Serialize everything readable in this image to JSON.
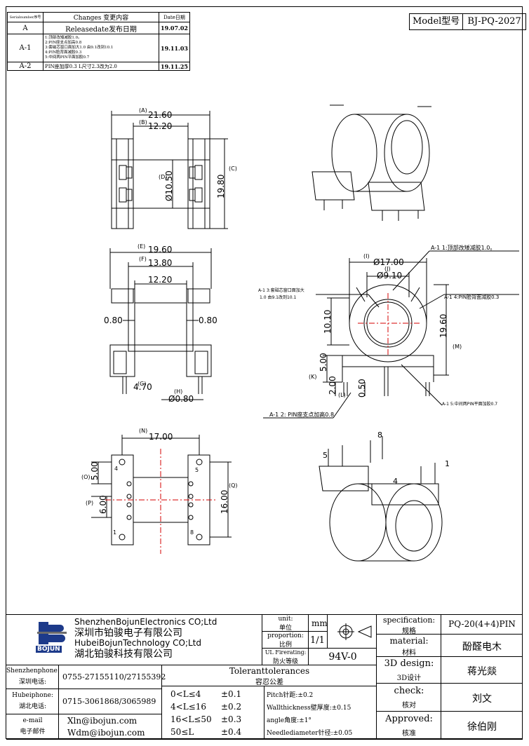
{
  "revision": {
    "headers": [
      "Serialnumber序号",
      "Changes 变更内容",
      "Date日期"
    ],
    "rows": [
      {
        "serial": "A",
        "change_lines": [
          "Releasedate发布日期"
        ],
        "date": "19.07.02"
      },
      {
        "serial": "A-1",
        "change_lines": [
          "1:顶部改矮减胶1.0。",
          "2:PIN座支点加高0.8",
          "3:套磁芯窗口面加大1.0 由9.1改到10.1",
          "4:PIN脸背面减胶0.3",
          "5:中间两PIN平面加胶0.7"
        ],
        "date": "19.11.03"
      },
      {
        "serial": "A-2",
        "change_lines": [
          "PIN座加厚0.3  L尺寸2.3改为2.0"
        ],
        "date": "19.11.25"
      }
    ]
  },
  "model": {
    "label": "Model型号",
    "value": "BJ-PQ-2027"
  },
  "top_view": {
    "A_label": "(A)",
    "A_value": "21.60",
    "B_label": "(B)",
    "B_value": "12.20",
    "C_label": "(C)",
    "C_value": "19.80",
    "D_label": "(D)",
    "D_value": "Ø10.50"
  },
  "front_view": {
    "E_label": "(E)",
    "E_value": "19.60",
    "F_label": "(F)",
    "F_value": "13.80",
    "inner_value": "12.20",
    "left_wall": "0.80",
    "right_wall": "0.80",
    "G_label": "(G)",
    "G_value": "4.70",
    "H_label": "(H)",
    "H_value": "Ø0.80"
  },
  "side_view": {
    "I_label": "(I)",
    "I_value": "Ø17.00",
    "J_label": "(J)",
    "J_value": "Ø9.10",
    "height_value": "10.10",
    "M_label": "(M)",
    "M_value": "19.60",
    "K_label": "(K)",
    "K_value": "5.00",
    "L_label": "(L)",
    "L_value": "2.00",
    "pin_value": "0.50",
    "notes": [
      "A-1 1:顶部改矮减胶1.0。",
      "A-1 3:套磁芯窗口面加大",
      "1.0 由9.1改到10.1",
      "A-1 4:PIN脸背面减胶0.3",
      "A-1 5:中间两PIN平面加胶0.7",
      "A-1 2: PIN座支点加高0.8"
    ]
  },
  "bottom_view": {
    "N_label": "(N)",
    "N_value": "17.00",
    "O_label": "(O)",
    "O_value": "5.00",
    "P_label": "(P)",
    "P_value": "6.00",
    "Q_label": "(Q)",
    "Q_value": "16.00",
    "pins": [
      "4",
      "5",
      "1",
      "8"
    ]
  },
  "iso_view": {
    "pin_labels": [
      "8",
      "5",
      "4",
      "1"
    ]
  },
  "company": {
    "en1": "ShenzhenBojunElectronics CO;Ltd",
    "cn1": "深圳市铂骏电子有限公司",
    "en2": "HubeiBojunTechnology CO;Ltd",
    "cn2": "湖北铂骏科技有限公司",
    "logo_text": "BOJUN"
  },
  "contacts": [
    {
      "label_en": "Shenzhenphone:",
      "label_cn": "深圳电话:",
      "value": "0755-27155110/27155392"
    },
    {
      "label_en": "Hubeiphone:",
      "label_cn": "湖北电话:",
      "value": "0715-3061868/3065989"
    },
    {
      "label_en": "e-mail",
      "label_cn": "电子邮件",
      "value1": "Xln@ibojun.com",
      "value2": "Wdm@ibojun.com"
    }
  ],
  "unit": {
    "label_en": "unit:",
    "label_cn": "单位",
    "value": "mm"
  },
  "proportion": {
    "label_en": "proportion:",
    "label_cn": "比例",
    "value": "1/1"
  },
  "firerating": {
    "label_en": "UL Firerating:",
    "label_cn": "防火等级",
    "value": "94V-0"
  },
  "tolerance": {
    "title_en": "Toleranttolerances",
    "title_cn": "容忍公差",
    "rows": [
      {
        "range": "0<L≤4",
        "tol": "±0.1",
        "item": "Pitch针距:±0.2"
      },
      {
        "range": "4<L≤16",
        "tol": "±0.2",
        "item": "Wallthickness壁厚度:±0.15"
      },
      {
        "range": "16<L≤50",
        "tol": "±0.3",
        "item": "angle角度:±1°"
      },
      {
        "range": "50≤L",
        "tol": "±0.4",
        "item": "Needlediameter针径:±0.05"
      }
    ]
  },
  "spec": [
    {
      "label_en": "specification:",
      "label_cn": "规格",
      "value": "PQ-20(4+4)PIN"
    },
    {
      "label_en": "material:",
      "label_cn": "材料",
      "value": "酚醛电木"
    },
    {
      "label_en": "3D design:",
      "label_cn": "3D设计",
      "value": "蒋光燚"
    },
    {
      "label_en": "check:",
      "label_cn": "核对",
      "value": "刘文"
    },
    {
      "label_en": "Approved:",
      "label_cn": "核准",
      "value": "徐伯刚"
    }
  ]
}
